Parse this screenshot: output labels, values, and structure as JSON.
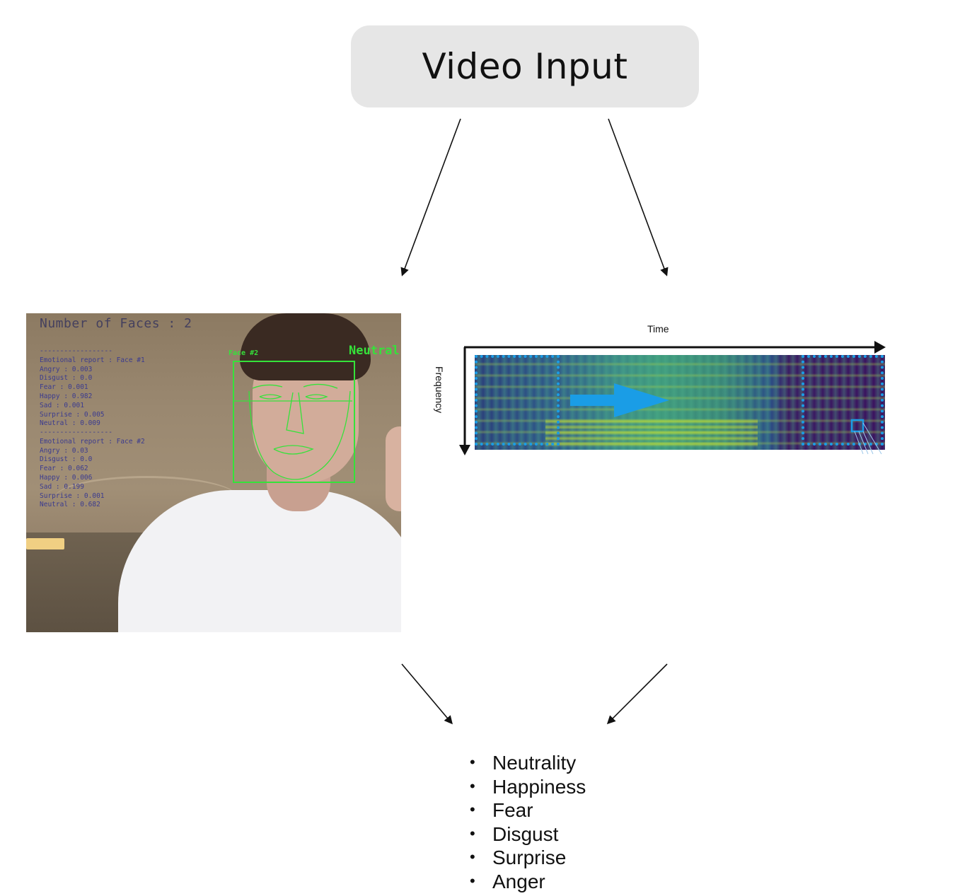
{
  "input_node": {
    "title": "Video Input"
  },
  "webcam": {
    "faces_count": "Number of Faces : 2",
    "face_tag": "Face #2",
    "face_label": "Neutral",
    "report_1": {
      "divider": "------------------",
      "title": "Emotional report : Face #1",
      "lines": [
        "Angry : 0.003",
        "Disgust : 0.0",
        "Fear : 0.001",
        "Happy : 0.982",
        "Sad : 0.001",
        "Surprise : 0.005",
        "Neutral : 0.009"
      ]
    },
    "report_2": {
      "divider": "------------------",
      "title": "Emotional report : Face #2",
      "lines": [
        "Angry : 0.03",
        "Disgust : 0.0",
        "Fear : 0.062",
        "Happy : 0.006",
        "Sad : 0.199",
        "Surprise : 0.001",
        "Neutral : 0.682"
      ]
    }
  },
  "spectrogram": {
    "time_label": "Time",
    "frequency_label": "Frequency",
    "highlight_color": "#1a9de6"
  },
  "emotions": {
    "bullet": "•",
    "items": [
      "Neutrality",
      "Happiness",
      "Fear",
      "Disgust",
      "Surprise",
      "Anger"
    ]
  }
}
